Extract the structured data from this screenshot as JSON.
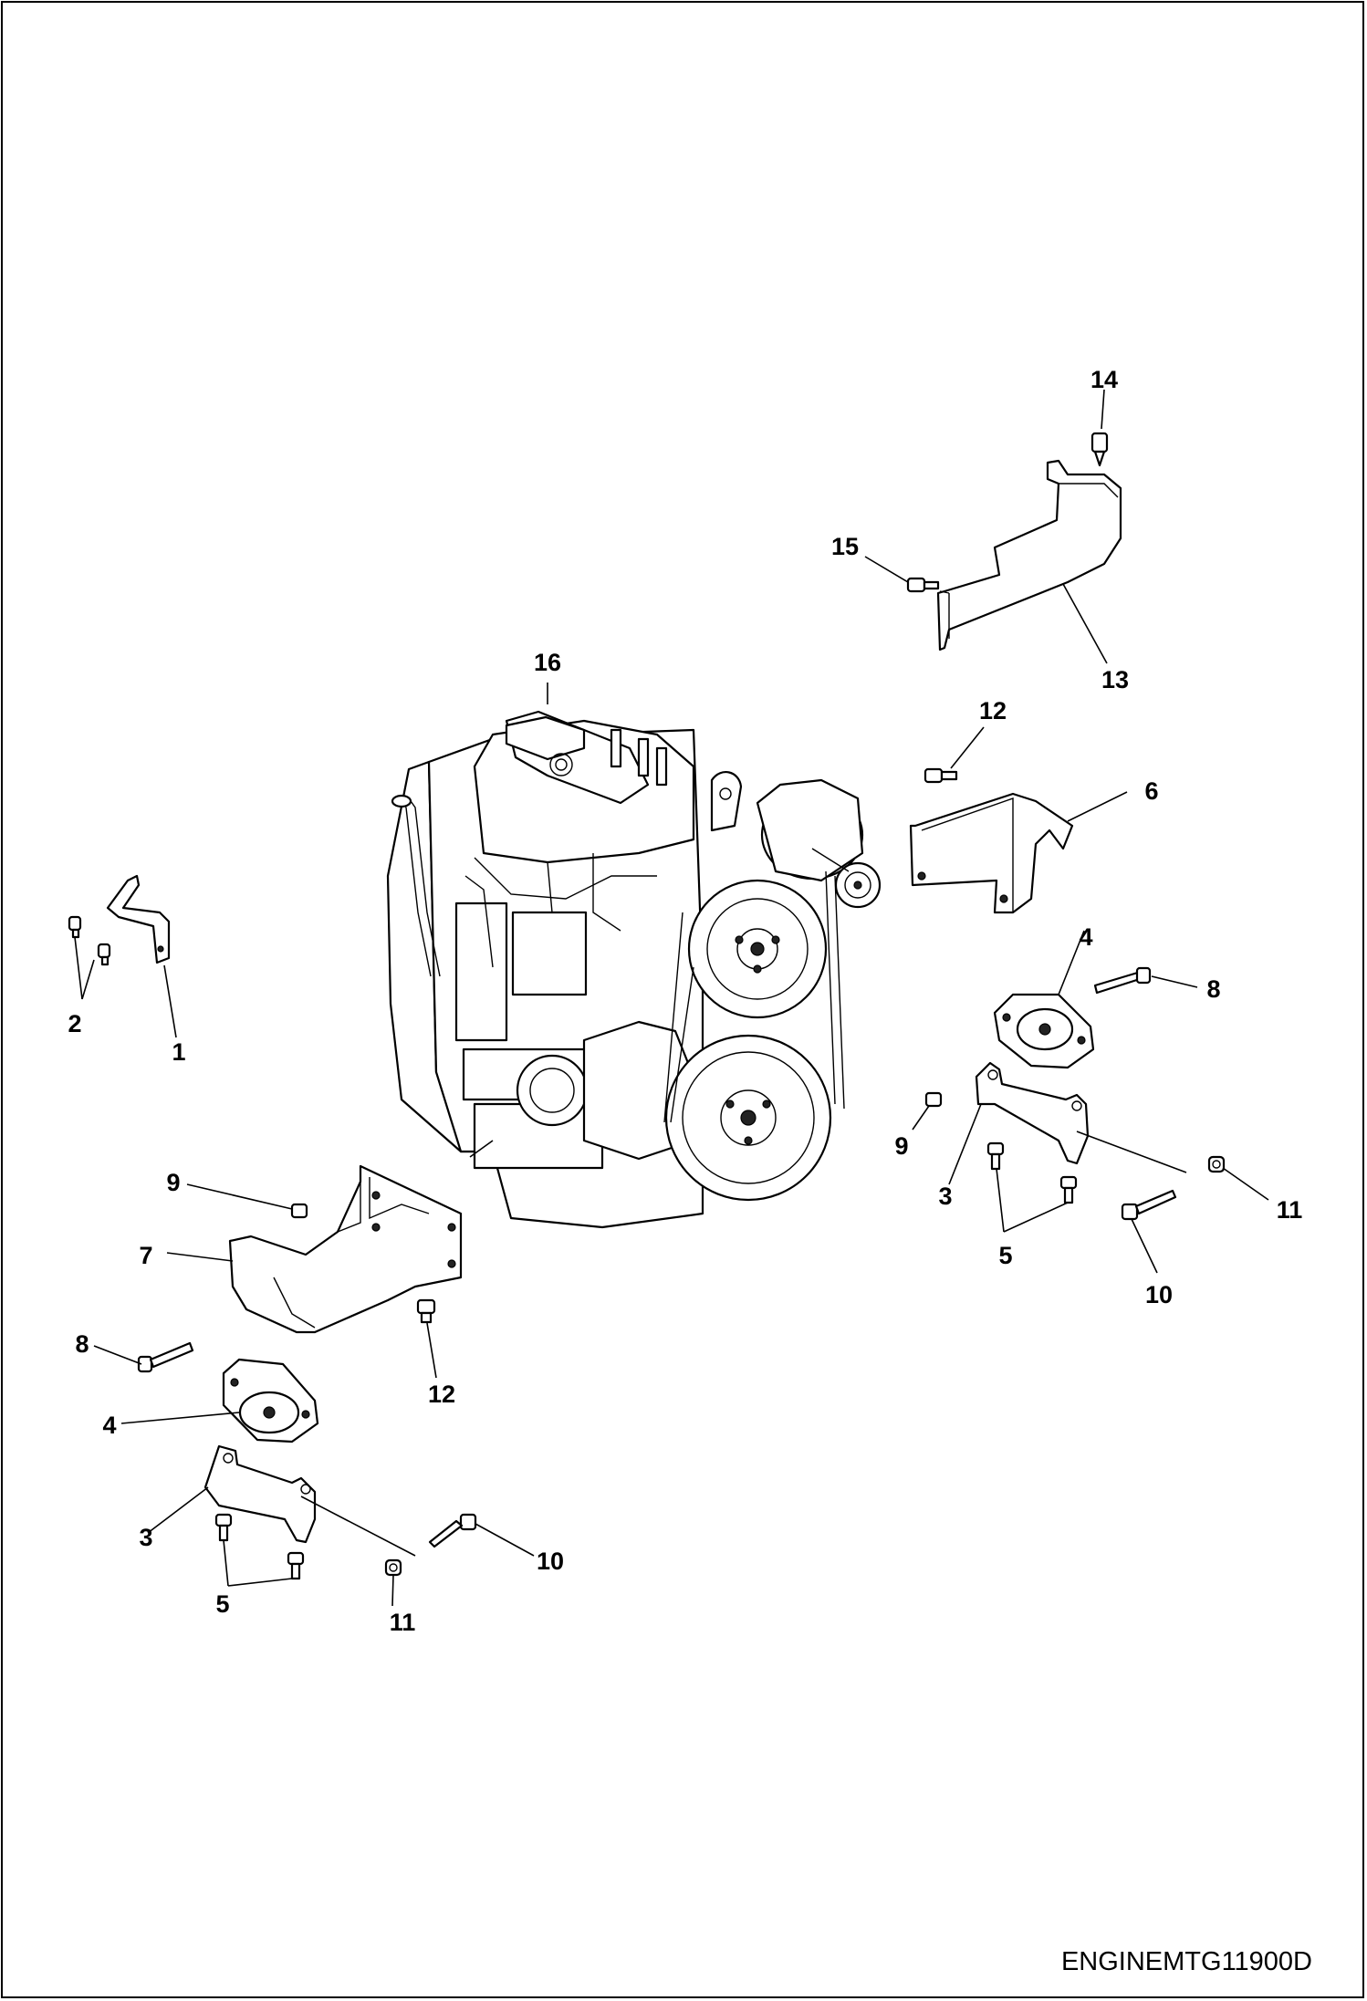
{
  "drawing_code": "ENGINEMTG11900D",
  "callouts": {
    "c1": "1",
    "c2": "2",
    "c3a": "3",
    "c3b": "3",
    "c4a": "4",
    "c4b": "4",
    "c5a": "5",
    "c5b": "5",
    "c6": "6",
    "c7": "7",
    "c8a": "8",
    "c8b": "8",
    "c9a": "9",
    "c9b": "9",
    "c10a": "10",
    "c10b": "10",
    "c11a": "11",
    "c11b": "11",
    "c12a": "12",
    "c12b": "12",
    "c13": "13",
    "c14": "14",
    "c15": "15",
    "c16": "16"
  }
}
